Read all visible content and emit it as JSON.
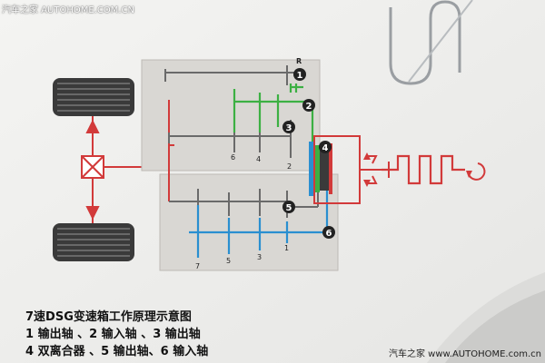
{
  "watermark_top": "汽车之家 AUTOHOME.COM.CN",
  "watermark_bottom": "汽车之家 www.AUTOHOME.com.cn",
  "caption": {
    "title": "7速DSG变速箱工作原理示意图",
    "line1": "1 输出轴 、2 输入轴 、3 输出轴",
    "line2": "4 双离合器 、5 输出轴、6 输入轴"
  },
  "labels": {
    "reverse": "R",
    "num1": "1",
    "num2": "2",
    "num3": "3",
    "num4": "4",
    "num5": "5",
    "num6": "6",
    "gear6": "6",
    "gear4": "4",
    "gear2": "2",
    "gear7": "7",
    "gear5": "5",
    "gear3": "3",
    "gear1": "1"
  },
  "colors": {
    "green_shaft": "#3cb043",
    "blue_shaft": "#2a8fd0",
    "red_line": "#d23a3a",
    "grey_shaft": "#6a6a6a",
    "panel": "#d9d7d3"
  }
}
